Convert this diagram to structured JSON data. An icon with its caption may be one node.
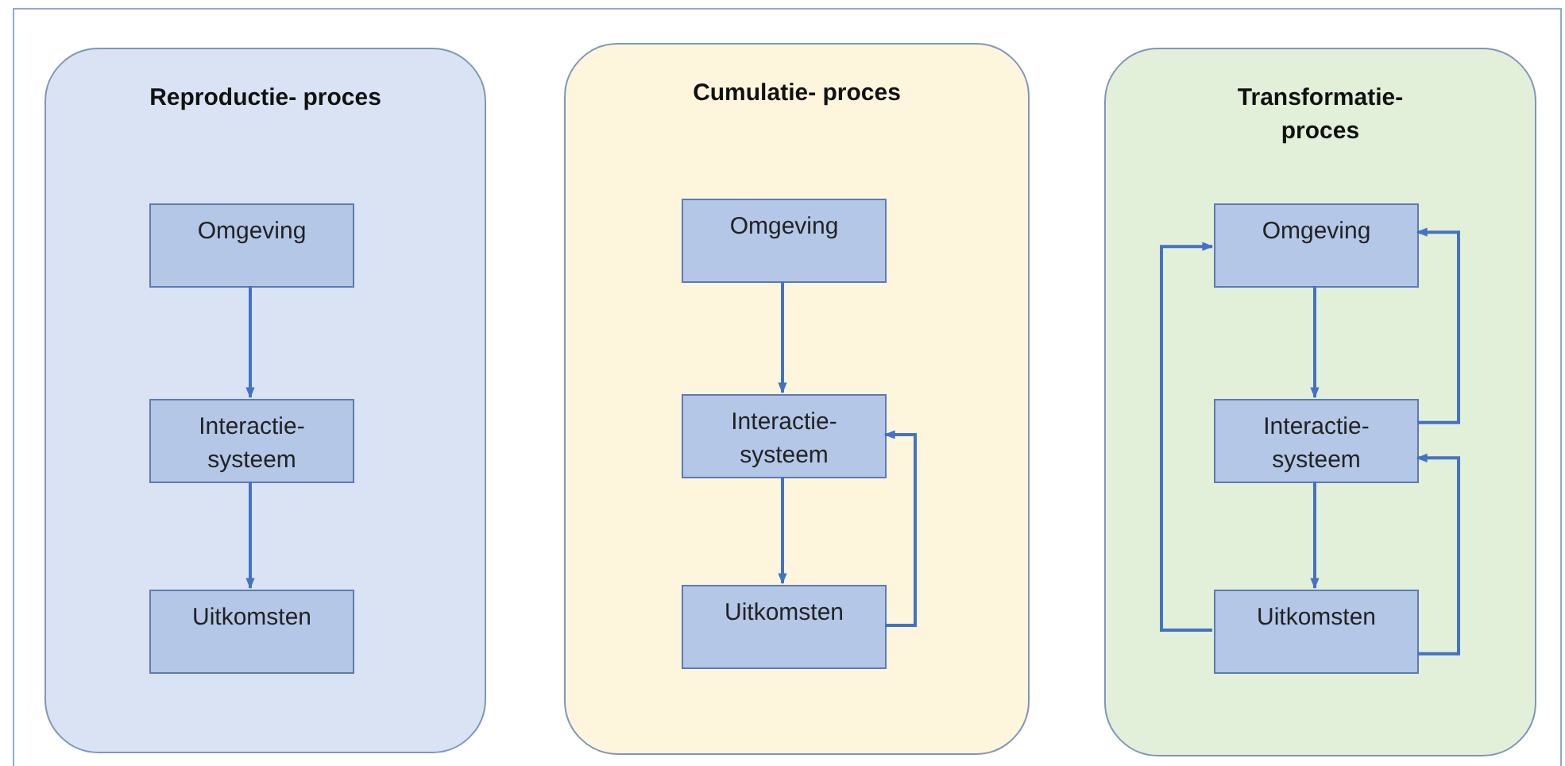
{
  "diagram": {
    "nodes": [
      {
        "text": [
          "Reproductie- proces"
        ]
      },
      {
        "text": [
          "Omgeving"
        ],
        "in": 0
      },
      {
        "text": [
          "Interactie- systeem"
        ],
        "in": 0
      },
      {
        "text": [
          "Uitkomsten"
        ],
        "in": 0
      },
      {
        "text": [
          "Cumulatie- proces"
        ]
      },
      {
        "text": [
          "Omgeving"
        ],
        "in": 4
      },
      {
        "text": [
          "Interactie- systeem"
        ],
        "in": 4
      },
      {
        "text": [
          "Uitkomsten"
        ],
        "in": 4
      },
      {
        "text": [
          "Transformatie- proces"
        ]
      },
      {
        "text": [
          "Omgeving"
        ],
        "in": 8
      },
      {
        "text": [
          "Interactie- systeem"
        ],
        "in": 8
      },
      {
        "text": [
          "Uitkomsten"
        ],
        "in": 8
      }
    ],
    "edges": [
      {
        "from": 1,
        "to": 2,
        "arrow": "to"
      },
      {
        "from": 2,
        "to": 3,
        "arrow": "to"
      },
      {
        "from": 5,
        "to": 6,
        "arrow": "to"
      },
      {
        "from": 6,
        "to": 7,
        "arrow": "to"
      },
      {
        "from": 7,
        "to": 6,
        "arrow": "to"
      },
      {
        "from": 9,
        "to": 10,
        "arrow": "to"
      },
      {
        "from": 10,
        "to": 11,
        "arrow": "to"
      },
      {
        "from": 10,
        "to": 9,
        "arrow": "to"
      },
      {
        "from": 11,
        "to": 10,
        "arrow": "to"
      },
      {
        "from": 11,
        "to": 9,
        "arrow": "to"
      }
    ]
  }
}
